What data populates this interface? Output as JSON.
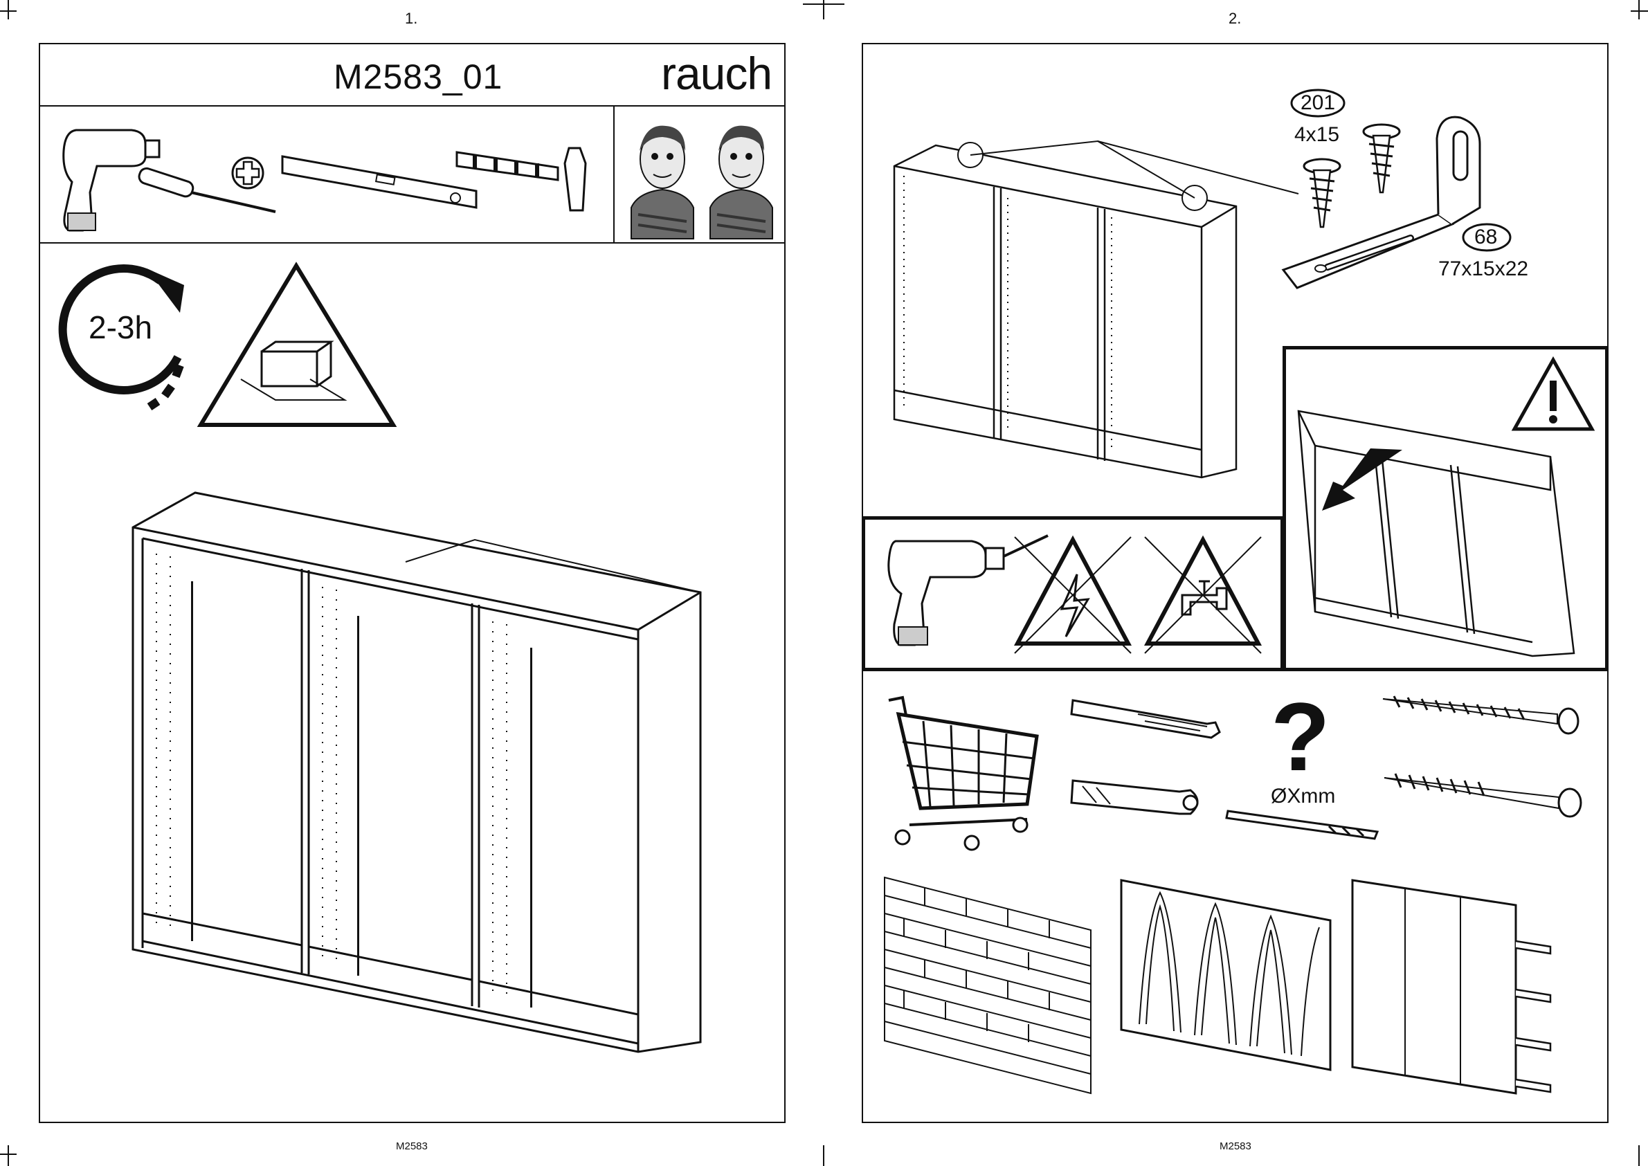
{
  "pages": [
    {
      "number": "1.",
      "title": "M2583_01",
      "brand": "rauch",
      "duration": "2-3h",
      "footer": "M2583"
    },
    {
      "number": "2.",
      "footer": "M2583",
      "parts": [
        {
          "id": "201",
          "size": "4x15"
        },
        {
          "id": "68",
          "size": "77x15x22"
        }
      ],
      "drill_label": "ØXmm",
      "question_mark": "?"
    }
  ],
  "icons": {
    "page1_tools": [
      "drill-icon",
      "screwdriver-icon",
      "phillips-plus-icon",
      "spirit-level-icon",
      "hammer-icon"
    ],
    "page1_people": [
      "person-icon",
      "person-icon"
    ],
    "page1_other": [
      "clock-arrow-icon",
      "packaging-warning-icon",
      "wardrobe-body-illustration"
    ],
    "page2": [
      "wardrobe-detail-illustration",
      "screw-icon",
      "angle-bracket-icon",
      "warning-exclamation-icon",
      "tilt-warning-illustration",
      "drill-icon",
      "no-electric-icon",
      "no-water-pipe-icon",
      "shopping-cart-icon",
      "wall-plug-icon",
      "question-icon",
      "drill-bit-icon",
      "long-screw-icon",
      "brick-wall-icon",
      "wood-wall-icon",
      "panel-wall-icon"
    ]
  }
}
